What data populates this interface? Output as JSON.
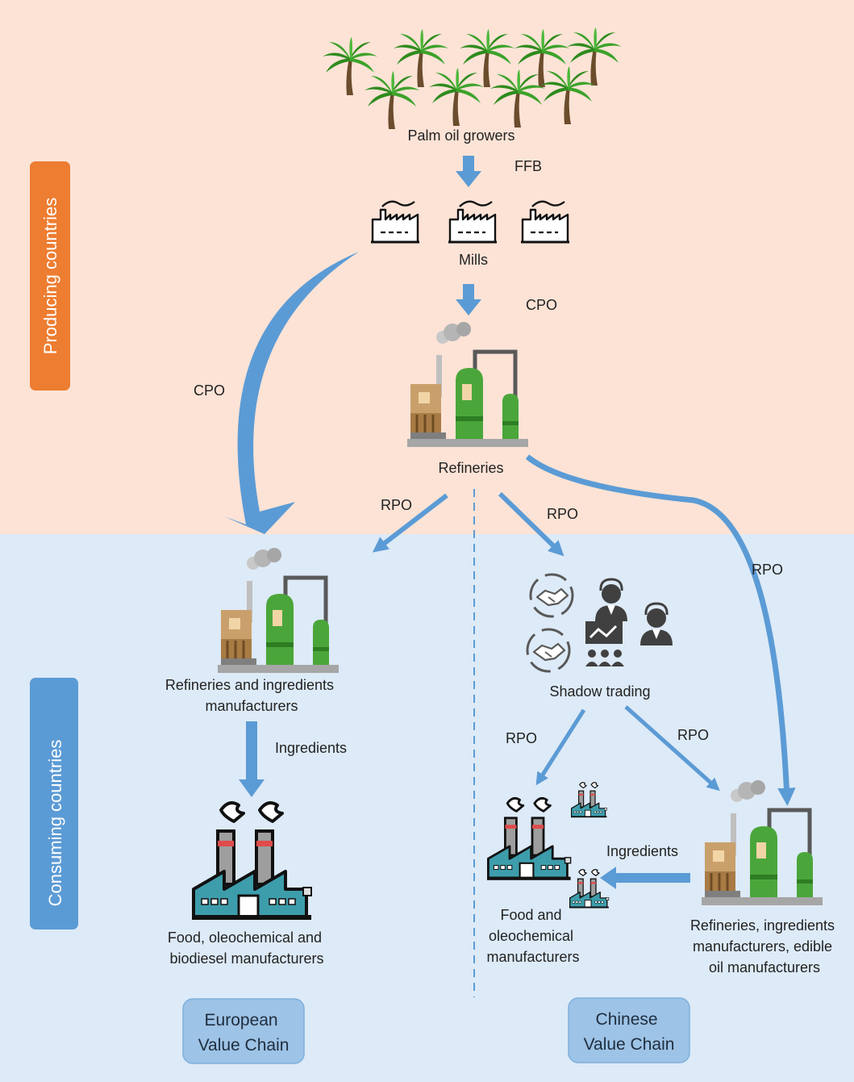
{
  "regions": {
    "producing": "Producing countries",
    "consuming": "Consuming countries"
  },
  "nodes": {
    "growers": "Palm oil growers",
    "mills": "Mills",
    "refineries": "Refineries",
    "eu_refineries": [
      "Refineries and ingredients",
      "manufacturers"
    ],
    "eu_food": [
      "Food, oleochemical and",
      "biodiesel manufacturers"
    ],
    "shadow": "Shadow trading",
    "cn_food": [
      "Food and",
      "oleochemical",
      "manufacturers"
    ],
    "cn_refineries": [
      "Refineries, ingredients",
      "manufacturers, edible",
      "oil manufacturers"
    ]
  },
  "flows": {
    "ffb": "FFB",
    "cpo_mills": "CPO",
    "cpo_curve": "CPO",
    "rpo_left": "RPO",
    "rpo_mid": "RPO",
    "rpo_right": "RPO",
    "rpo_shadow_left": "RPO",
    "rpo_shadow_right": "RPO",
    "ingredients_eu": "Ingredients",
    "ingredients_cn": "Ingredients"
  },
  "chains": {
    "european": [
      "European",
      "Value Chain"
    ],
    "chinese": [
      "Chinese",
      "Value Chain"
    ]
  },
  "colors": {
    "producing_bg": "#fce3d6",
    "consuming_bg": "#ddeaf7",
    "arrow": "#5b9bd5",
    "producing_tag": "#ed7d31",
    "consuming_tag": "#5b9bd5",
    "chain_box": "#9dc3e6"
  }
}
